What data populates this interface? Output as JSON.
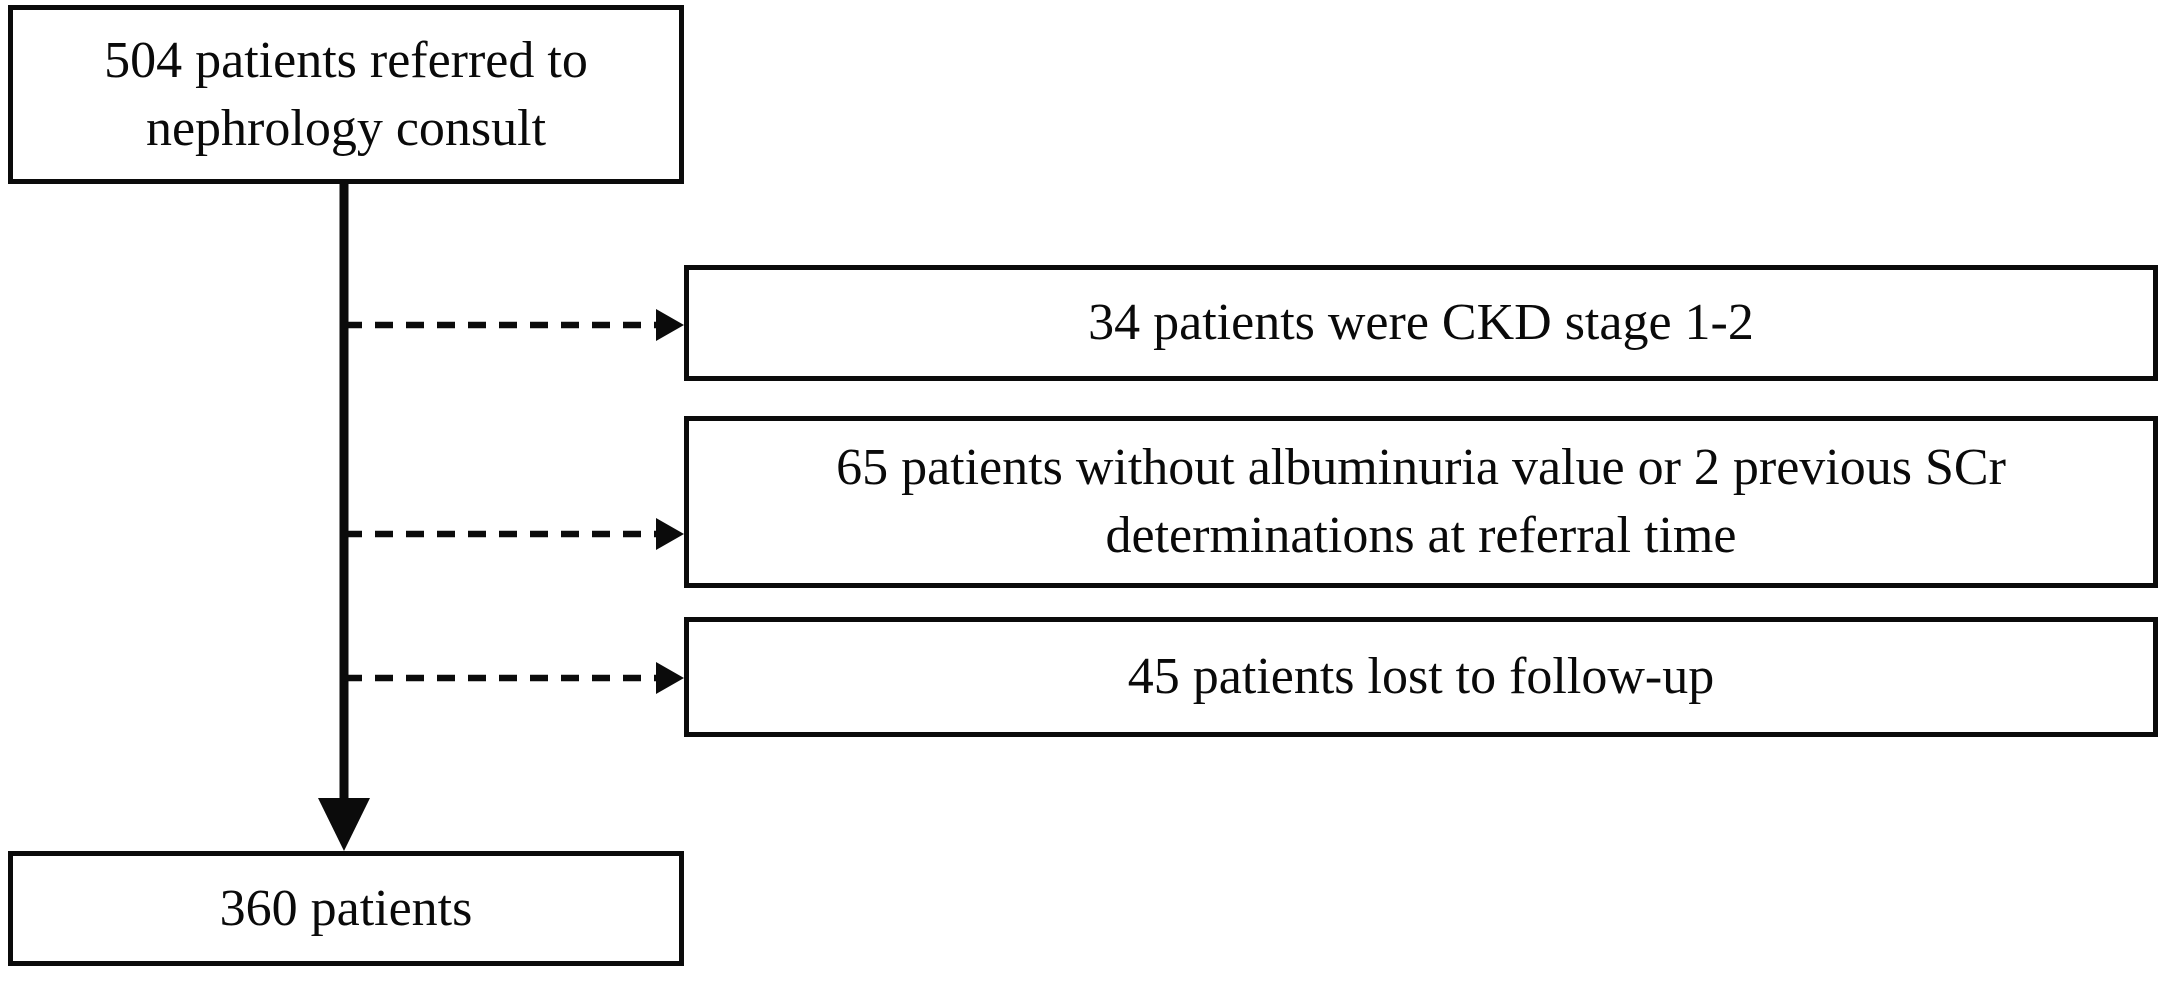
{
  "figure": {
    "type": "flowchart",
    "background_color": "#ffffff",
    "line_color": "#0b0b0b",
    "box_fill_color": "#ffffff",
    "text_color": "#0a0a0a",
    "nodes": {
      "referred": {
        "lines": [
          "504 patients referred to",
          "nephrology consult"
        ]
      },
      "excluded_ckd": {
        "lines": [
          "34 patients were CKD stage 1-2"
        ]
      },
      "excluded_albuminuria": {
        "lines": [
          "65 patients without albuminuria value or 2 previous SCr",
          "determinations at referral time"
        ]
      },
      "excluded_followup": {
        "lines": [
          "45 patients lost to follow-up"
        ]
      },
      "final": {
        "lines": [
          "360 patients"
        ]
      }
    },
    "edges": [
      {
        "from": "referred",
        "to": "final",
        "style": "solid-arrow",
        "direction": "down"
      },
      {
        "from": "referred",
        "to": "excluded_ckd",
        "style": "dashed-arrow",
        "direction": "right"
      },
      {
        "from": "referred",
        "to": "excluded_albuminuria",
        "style": "dashed-arrow",
        "direction": "right"
      },
      {
        "from": "referred",
        "to": "excluded_followup",
        "style": "dashed-arrow",
        "direction": "right"
      }
    ]
  }
}
